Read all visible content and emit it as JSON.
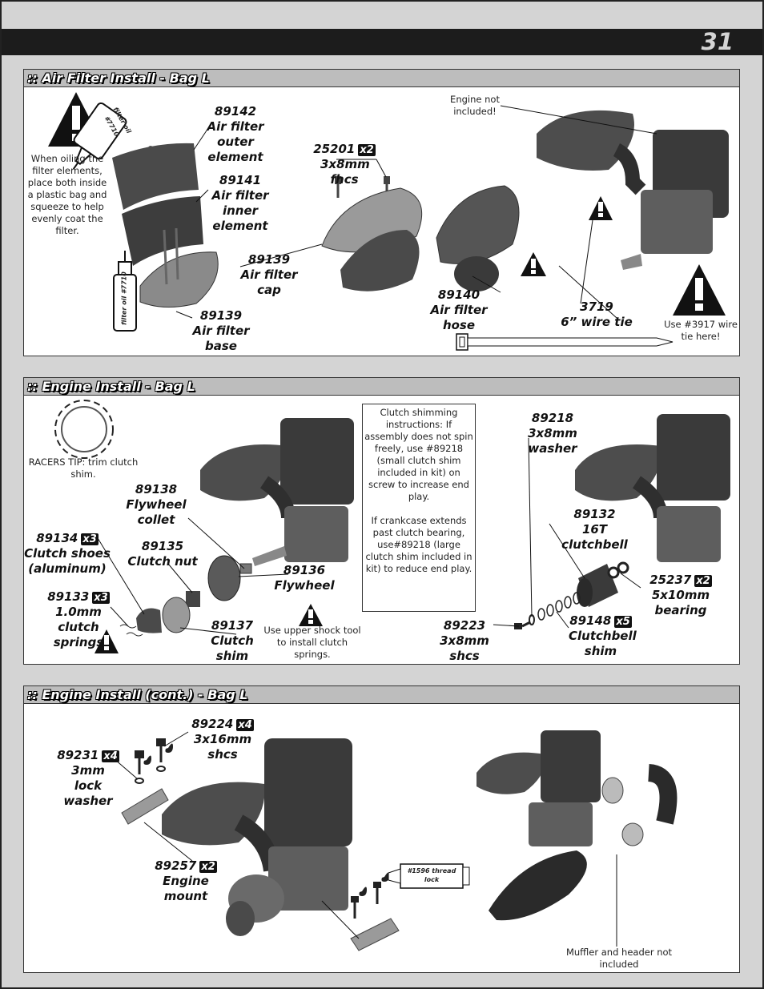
{
  "page": {
    "number": "31"
  },
  "sections": {
    "air_filter": {
      "title": ":: Air Filter Install - Bag L",
      "warning_note": "When oiling the filter elements, place both inside a plastic bag and squeeze to help evenly coat the filter.",
      "filter_oil_label": "filter oil #7710",
      "engine_note": "Engine not included!",
      "wire_tie_note": "Use #3917 wire tie here!",
      "parts": {
        "outer": {
          "pn": "89142",
          "desc": "Air filter outer element"
        },
        "inner": {
          "pn": "89141",
          "desc": "Air filter inner element"
        },
        "fhcs": {
          "pn": "25201",
          "qty": "x2",
          "desc": "3x8mm fhcs"
        },
        "cap": {
          "pn": "89139",
          "desc": "Air filter cap"
        },
        "base": {
          "pn": "89139",
          "desc": "Air filter base"
        },
        "hose": {
          "pn": "89140",
          "desc": "Air filter hose"
        },
        "wire_tie": {
          "pn": "3719",
          "desc": "6” wire tie"
        }
      }
    },
    "engine": {
      "title": ":: Engine Install - Bag L",
      "racers_tip": "RACERS TIP: trim clutch shim.",
      "clutch_instructions_1": "Clutch shimming instructions: If assembly does not spin freely, use #89218 (small clutch shim included in kit) on screw to increase end play.",
      "clutch_instructions_2": "If crankcase extends past clutch bearing, use#89218 (large clutch shim included in kit) to reduce end play.",
      "shock_tool_note": "Use upper shock tool to install clutch springs.",
      "parts": {
        "collet": {
          "pn": "89138",
          "desc": "Flywheel collet"
        },
        "shoes": {
          "pn": "89134",
          "qty": "x3",
          "desc": "Clutch shoes (aluminum)"
        },
        "nut": {
          "pn": "89135",
          "desc": "Clutch nut"
        },
        "flywheel": {
          "pn": "89136",
          "desc": "Flywheel"
        },
        "springs": {
          "pn": "89133",
          "qty": "x3",
          "desc": "1.0mm clutch springs"
        },
        "clutch_shim": {
          "pn": "89137",
          "desc": "Clutch shim"
        },
        "washer": {
          "pn": "89218",
          "desc": "3x8mm washer"
        },
        "clutchbell": {
          "pn": "89132",
          "desc": "16T clutchbell"
        },
        "bearing": {
          "pn": "25237",
          "qty": "x2",
          "desc": "5x10mm bearing"
        },
        "shcs": {
          "pn": "89223",
          "desc": "3x8mm shcs"
        },
        "bell_shim": {
          "pn": "89148",
          "qty": "x5",
          "desc": "Clutchbell shim"
        }
      }
    },
    "engine_cont": {
      "title": ":: Engine Install (cont.) - Bag L",
      "thread_lock_label": "#1596 thread lock",
      "muffler_note": "Muffler and header not included",
      "parts": {
        "shcs16": {
          "pn": "89224",
          "qty": "x4",
          "desc": "3x16mm shcs"
        },
        "lock_washer": {
          "pn": "89231",
          "qty": "x4",
          "desc": "3mm lock washer"
        },
        "mount": {
          "pn": "89257",
          "qty": "x2",
          "desc": "Engine mount"
        }
      }
    }
  },
  "colors": {
    "part_dark": "#3a3a3a",
    "part_mid": "#5a5a5a",
    "part_light": "#8a8a8a",
    "panel_header": "#bdbdbd",
    "page_bg": "#d4d4d4"
  }
}
